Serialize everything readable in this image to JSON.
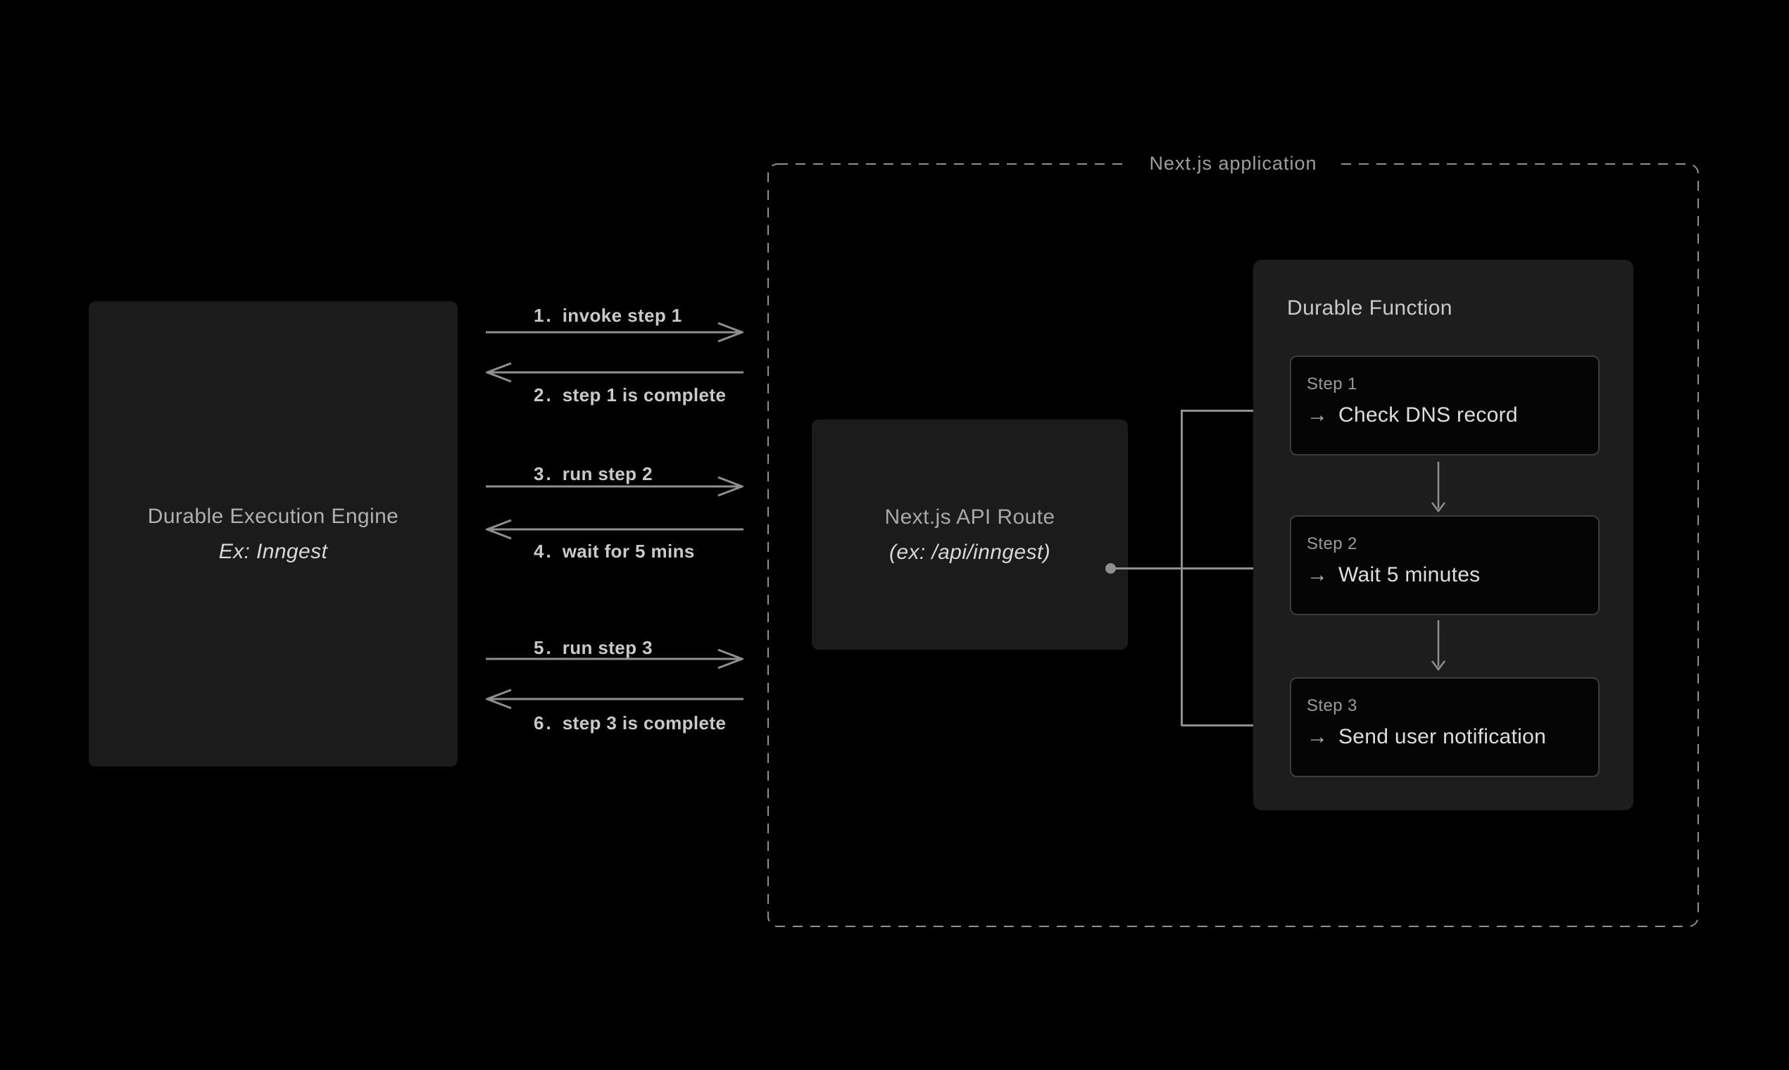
{
  "colors": {
    "background": "#000000",
    "box_fill": "#1b1b1b",
    "panel_fill": "#1d1d1d",
    "step_fill": "#050505",
    "step_border": "#3d3d3d",
    "line_gray": "#8f8f8f",
    "text_gray": "#a8a8a8",
    "text_bright": "#d8d8d8"
  },
  "engine_box": {
    "title": "Durable Execution Engine",
    "subtitle": "Ex: Inngest"
  },
  "messages": [
    {
      "num": "1.",
      "text": "invoke step 1",
      "direction": "right"
    },
    {
      "num": "2.",
      "text": "step 1 is complete",
      "direction": "left"
    },
    {
      "num": "3.",
      "text": "run step 2",
      "direction": "right"
    },
    {
      "num": "4.",
      "text": "wait for 5 mins",
      "direction": "left"
    },
    {
      "num": "5.",
      "text": "run step 3",
      "direction": "right"
    },
    {
      "num": "6.",
      "text": "step 3 is complete",
      "direction": "left"
    }
  ],
  "app_container": {
    "label": "Next.js application"
  },
  "api_route_box": {
    "title": "Next.js API Route",
    "subtitle": "(ex: /api/inngest)"
  },
  "durable_function": {
    "title": "Durable Function",
    "arrow_icon": "→",
    "steps": [
      {
        "label": "Step 1",
        "action": "Check DNS record"
      },
      {
        "label": "Step 2",
        "action": "Wait 5 minutes"
      },
      {
        "label": "Step 3",
        "action": "Send user notification"
      }
    ]
  }
}
